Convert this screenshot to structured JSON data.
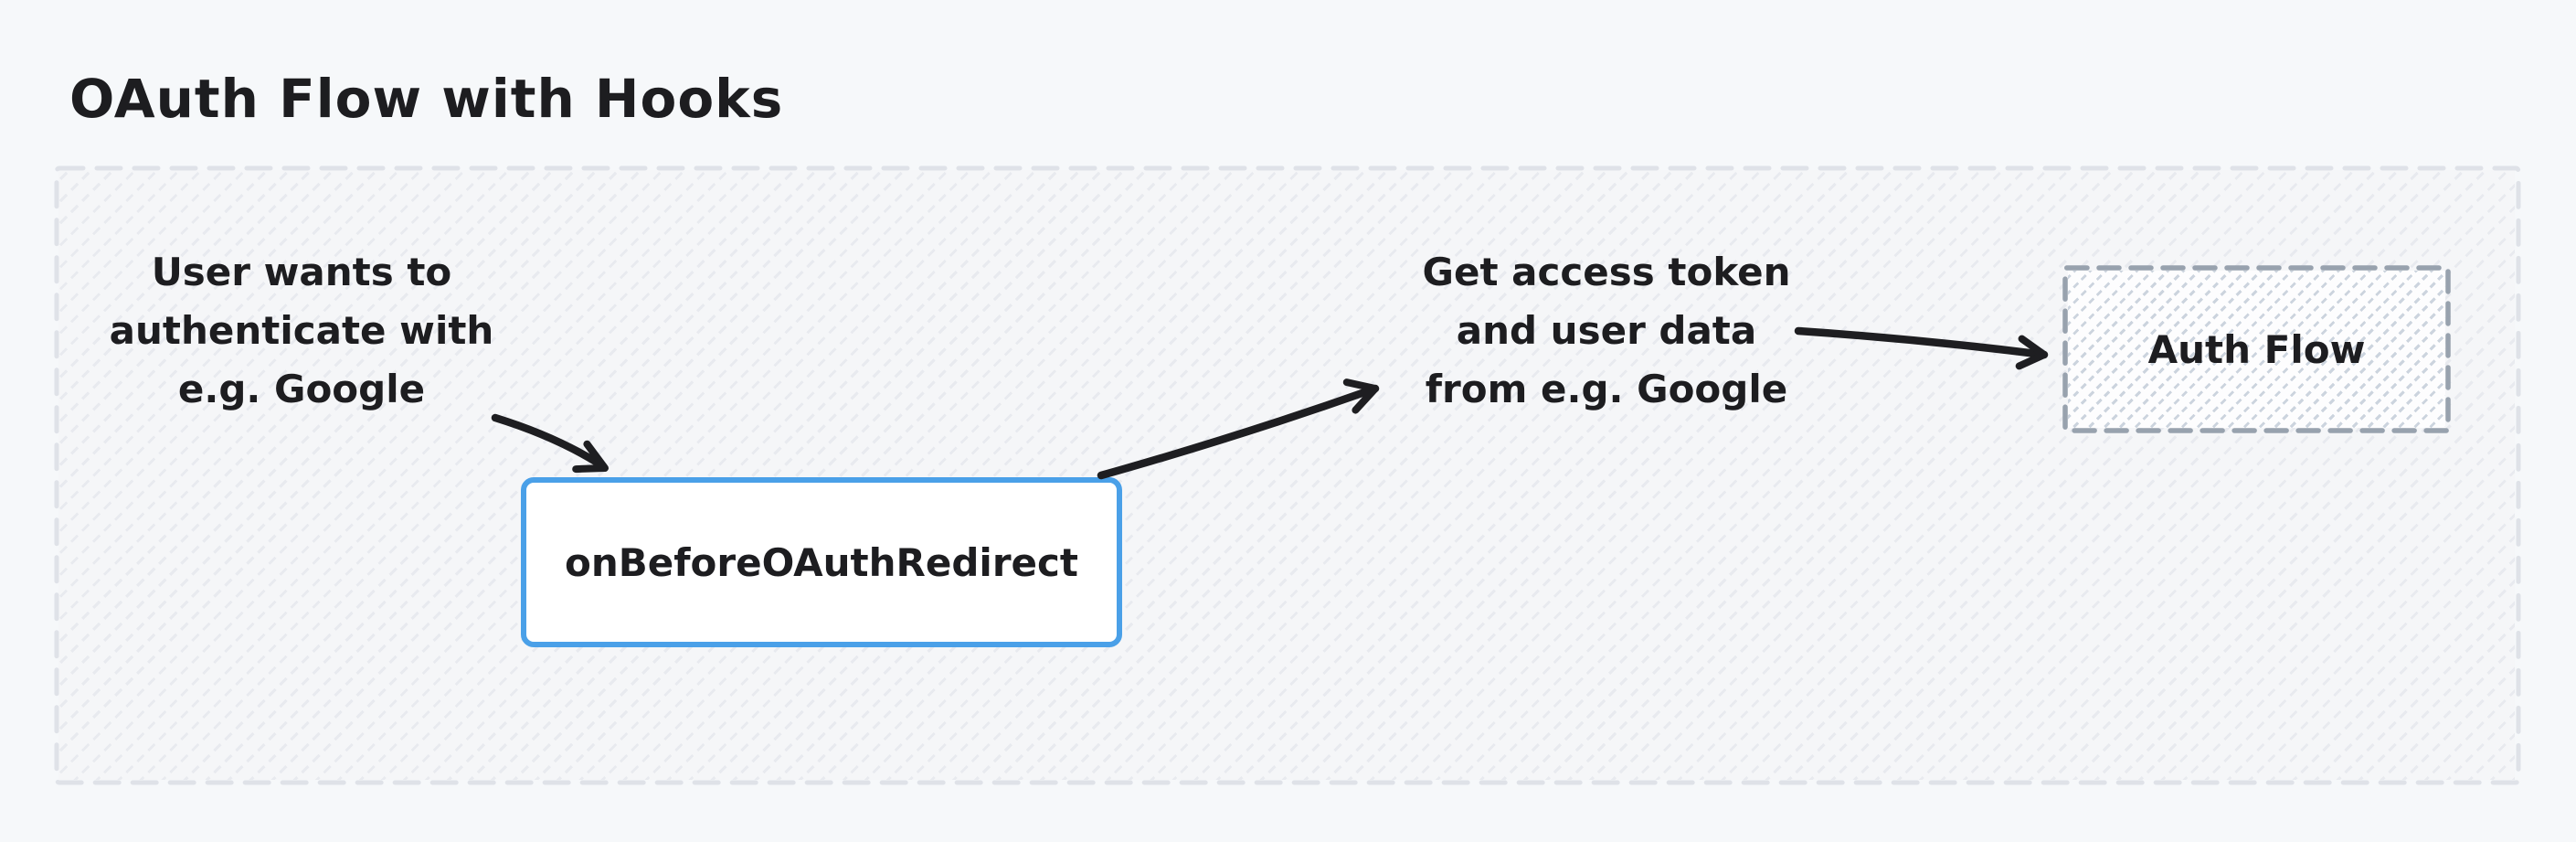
{
  "title": "OAuth Flow with Hooks",
  "notes": {
    "left": {
      "lines": [
        "User wants to",
        "authenticate with",
        "e.g. Google"
      ]
    },
    "right": {
      "lines": [
        "Get access token",
        "and user data",
        "from e.g. Google"
      ]
    }
  },
  "nodes": {
    "hook": {
      "label": "onBeforeOAuthRedirect"
    },
    "auth_flow": {
      "label": "Auth Flow"
    }
  },
  "colors": {
    "page_background": "#f6f8fa",
    "text": "#1d1d20",
    "container_border": "#dfe2e8",
    "container_hatch": "#e8eaef",
    "hook_node_border": "#4aa0e8",
    "auth_node_border": "#98a2ae",
    "auth_node_hatch": "#ccd4de",
    "arrow": "#1e1e21"
  }
}
